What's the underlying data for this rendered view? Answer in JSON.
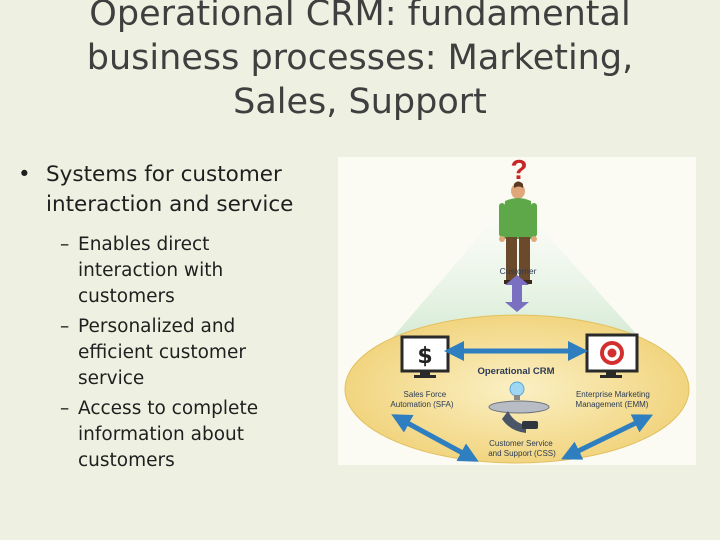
{
  "slide": {
    "title_lines": [
      "Operational CRM: fundamental",
      "business processes: Marketing,",
      "Sales, Support"
    ],
    "bullet": "Systems for customer interaction and service",
    "sub_bullets": [
      "Enables direct interaction with customers",
      "Personalized and efficient customer service",
      "Access to complete information about customers"
    ]
  },
  "diagram": {
    "question_mark": "?",
    "customer_label": "Customer",
    "center_label": "Operational CRM",
    "dollar_sign": "$",
    "sfa_lines": [
      "Sales Force",
      "Automation (SFA)"
    ],
    "emm_lines": [
      "Enterprise Marketing",
      "Management (EMM)"
    ],
    "css_lines": [
      "Customer Service",
      "and Support (CSS)"
    ],
    "colors": {
      "ellipse": "#f5dc8e",
      "cone": "#cfe8cc",
      "arrow": "#2f7fc0",
      "vertical_arrow": "#7a6fc0",
      "question": "#c62828",
      "target": "#d32f2f"
    },
    "icons": [
      "person-icon",
      "dollar-monitor-icon",
      "target-monitor-icon",
      "service-tray-icon",
      "lightbulb-icon"
    ]
  }
}
